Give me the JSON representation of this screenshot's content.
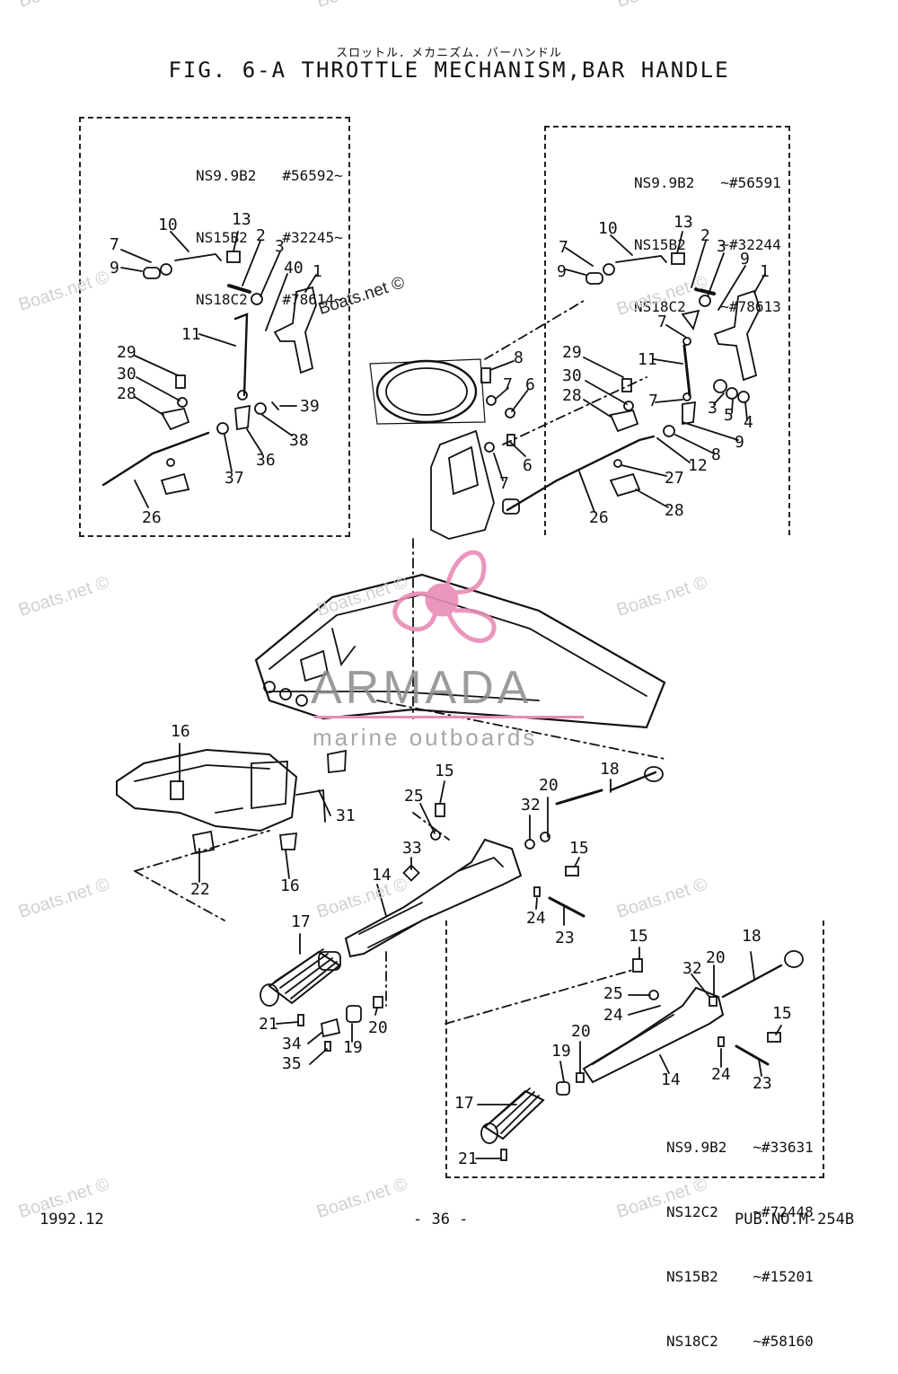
{
  "header": {
    "subtitle_jp": "スロットル．メカニズム．バーハンドル",
    "title": "FIG.  6-A THROTTLE MECHANISM,BAR HANDLE"
  },
  "boxes": {
    "top_left": {
      "models": [
        "NS9.9B2   #56592~",
        "NS15B2    #32245~",
        "NS18C2    #78614~"
      ]
    },
    "top_right": {
      "models": [
        "NS9.9B2   ~#56591",
        "NS15B2    ~#32244",
        "NS18C2    ~#78613"
      ]
    },
    "bottom_right": {
      "models": [
        "NS9.9B2   ~#33631",
        "NS12C2    ~#72448",
        "NS15B2    ~#15201",
        "NS18C2    ~#58160"
      ]
    }
  },
  "callouts": {
    "tl": [
      "10",
      "13",
      "2",
      "3",
      "7",
      "9",
      "40",
      "1",
      "11",
      "29",
      "30",
      "28",
      "39",
      "38",
      "37",
      "36",
      "26"
    ],
    "tr": [
      "10",
      "13",
      "2",
      "3",
      "9",
      "1",
      "7",
      "9",
      "7",
      "11",
      "29",
      "30",
      "28",
      "8",
      "7",
      "6",
      "7",
      "6",
      "3",
      "5",
      "4",
      "9",
      "8",
      "12",
      "27",
      "28",
      "26",
      "7"
    ],
    "mid": [
      "16",
      "31",
      "22",
      "16",
      "15",
      "25",
      "20",
      "32",
      "18",
      "33",
      "15",
      "14",
      "24",
      "23",
      "17",
      "21",
      "34",
      "35",
      "19",
      "20"
    ],
    "br": [
      "15",
      "32",
      "20",
      "18",
      "25",
      "24",
      "15",
      "20",
      "19",
      "14",
      "24",
      "23",
      "17",
      "21"
    ]
  },
  "watermarks": [
    "Boats.net ©"
  ],
  "logo": {
    "name": "ARMADA",
    "tagline": "marine outboards"
  },
  "footer": {
    "date": "1992.12",
    "page": "- 36 -",
    "pub": "PUB.NO.M-254B"
  },
  "colors": {
    "logo_pink": "#e98bb6",
    "logo_gray": "#8a8a8a",
    "ink": "#111111"
  }
}
